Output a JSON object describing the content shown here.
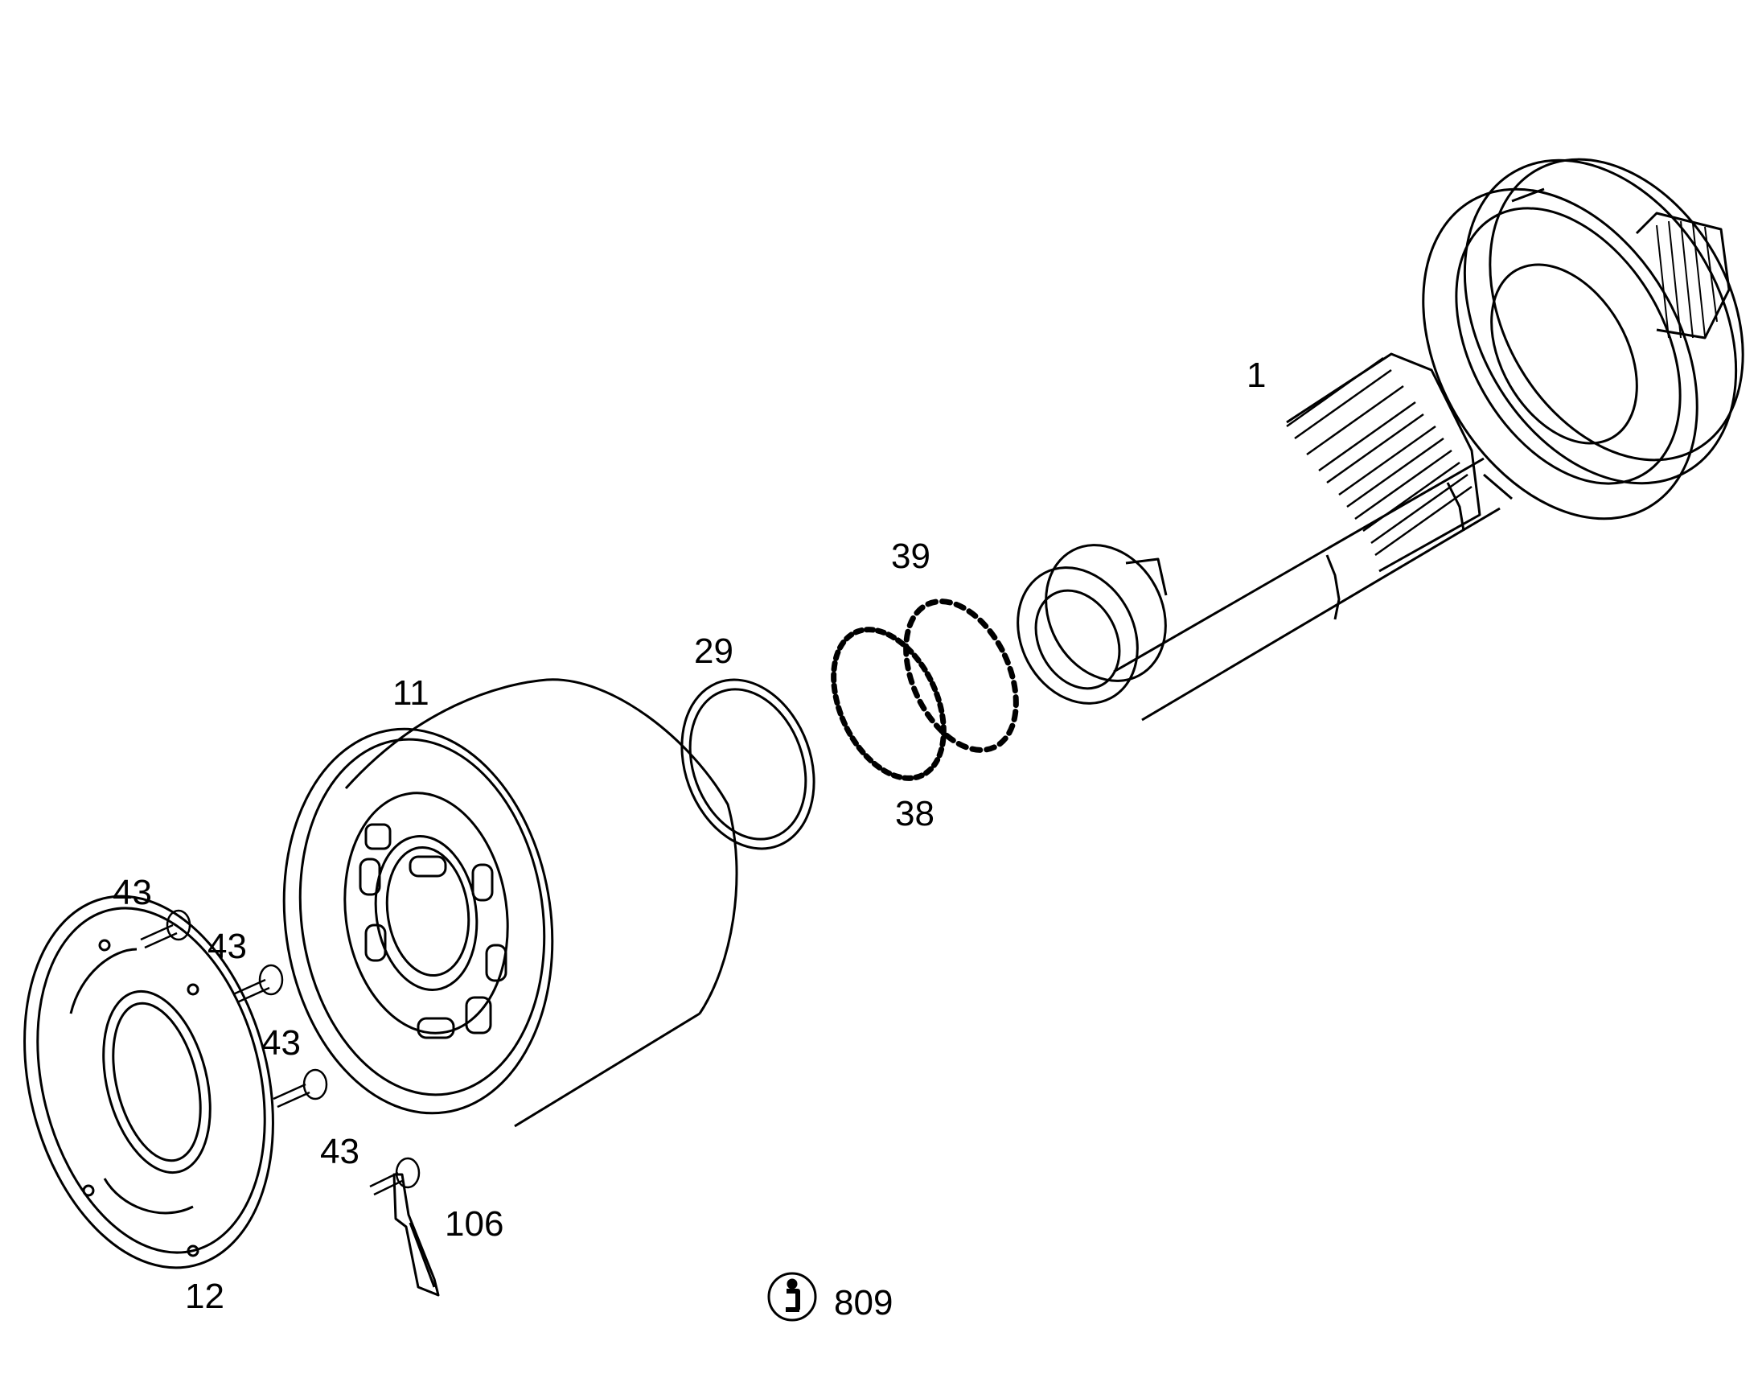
{
  "diagram": {
    "callouts": {
      "p1": "1",
      "p39": "39",
      "p29": "29",
      "p11": "11",
      "p38": "38",
      "p43a": "43",
      "p43b": "43",
      "p43c": "43",
      "p43d": "43",
      "p106": "106",
      "p12": "12",
      "info": "809"
    },
    "icons": {
      "info": "info-circle-icon"
    },
    "colors": {
      "line": "#000000",
      "background": "#ffffff"
    }
  }
}
